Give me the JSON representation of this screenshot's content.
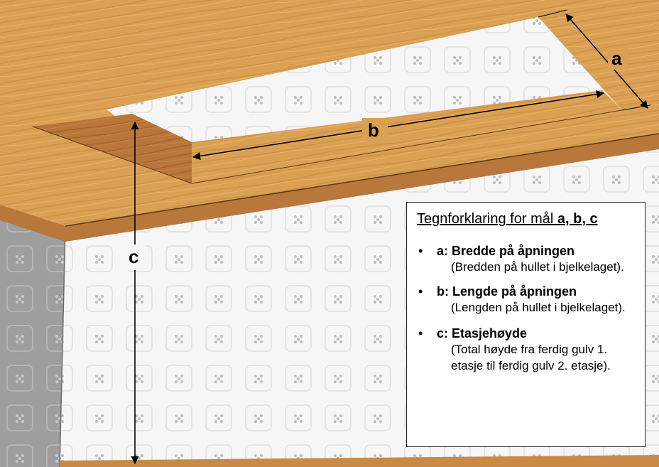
{
  "labels": {
    "a": "a",
    "b": "b",
    "c": "c"
  },
  "legend": {
    "title_prefix": "Tegnforklaring for mål",
    "title_bold": "a, b, c",
    "items": [
      {
        "term": "a: Bredde på åpningen",
        "desc": "(Bredden på hullet i bjelkelaget)."
      },
      {
        "term": "b: Lengde på åpningen",
        "desc": "(Lengden på hullet i bjelkelaget)."
      },
      {
        "term": "c: Etasjehøyde",
        "desc": "(Total høyde fra ferdig gulv 1. etasje til ferdig gulv 2. etasje)."
      }
    ]
  },
  "colors": {
    "wood_light": "#d99a4e",
    "wood_dark": "#9c5f26",
    "wall_left": "#9c9c9c",
    "wall_pattern": "#f4f4f4"
  }
}
